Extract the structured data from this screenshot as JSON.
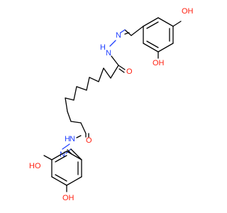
{
  "colors": {
    "background": "#ffffff",
    "carbon_bond": "#000000",
    "nitrogen": "#2040ff",
    "oxygen": "#ff2010"
  },
  "atom_labels": {
    "oh_top_para": "OH",
    "oh_top_ortho": "OH",
    "nh_top": "H",
    "n_top_1": "N",
    "n_top_2": "N",
    "o_top_carbonyl": "O",
    "o_bottom_carbonyl": "O",
    "nh_bottom": "H",
    "n_bottom_1": "N",
    "n_bottom_2": "N",
    "ho_bottom_ortho": "HO",
    "oh_bottom_para": "OH"
  }
}
